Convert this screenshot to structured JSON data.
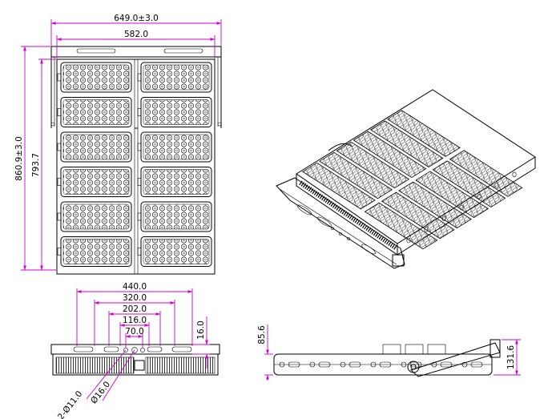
{
  "dimensions": {
    "overall_width": "649.0±3.0",
    "bracket_width": "582.0",
    "overall_height": "860.9±3.0",
    "module_height": "793.7",
    "hole_span_440": "440.0",
    "hole_span_320": "320.0",
    "hole_span_202": "202.0",
    "hole_span_116": "116.0",
    "hole_span_70": "70.0",
    "bracket_thickness": "16.0",
    "small_hole": "2-Ø11.0",
    "center_hole": "Ø16.0",
    "side_height_low": "85.6",
    "side_height_high": "131.6"
  },
  "colors": {
    "dimension_line": "#d100d1",
    "outline": "#000000"
  }
}
